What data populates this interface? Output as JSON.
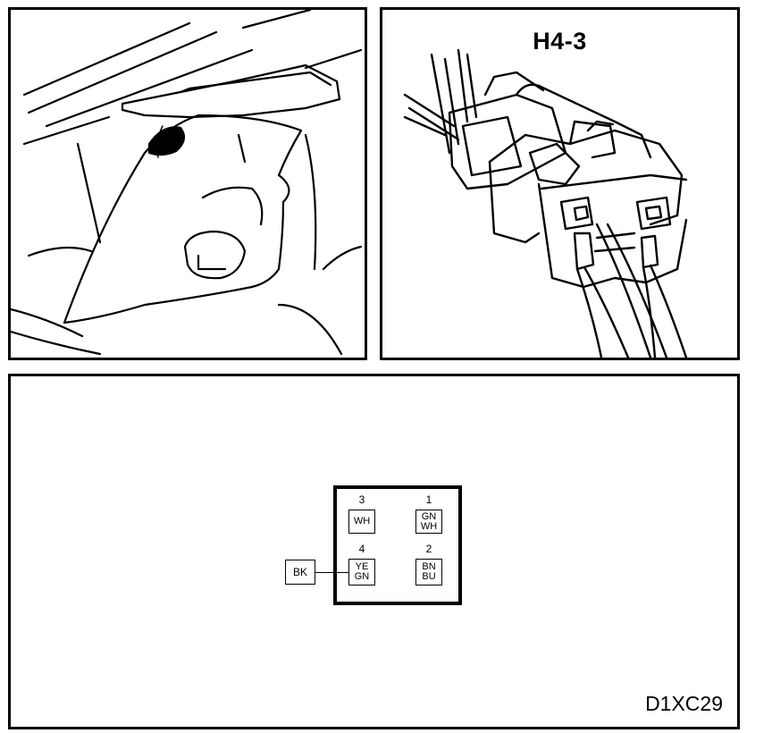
{
  "connector": {
    "id": "H4-3",
    "pins": [
      {
        "number": "3",
        "wires": [
          "WH"
        ]
      },
      {
        "number": "1",
        "wires": [
          "GN",
          "WH"
        ]
      },
      {
        "number": "4",
        "wires": [
          "YE",
          "GN"
        ]
      },
      {
        "number": "2",
        "wires": [
          "BN",
          "BU"
        ]
      }
    ],
    "external_wire": "BK"
  },
  "figure_code": "D1XC29"
}
